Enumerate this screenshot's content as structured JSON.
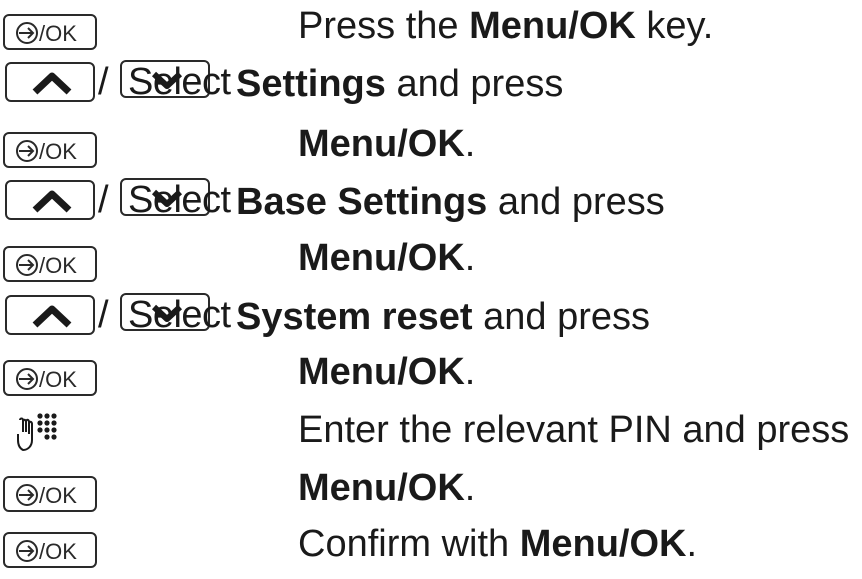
{
  "steps": [
    {
      "icon": "menu-ok-key-icon",
      "key_label": "/OK",
      "pre": "Press the ",
      "bold": "Menu/OK",
      "post": " key."
    },
    {
      "icon": "up-down-keys-icon",
      "slash": "/",
      "select_word": "Select",
      "pre": " ",
      "bold": "Settings",
      "post": " and press"
    },
    {
      "icon": "menu-ok-key-icon",
      "key_label": "/OK",
      "pre": "",
      "bold": "Menu/OK",
      "post": "."
    },
    {
      "icon": "up-down-keys-icon",
      "slash": "/",
      "select_word": "Select",
      "pre": " ",
      "bold": "Base Settings",
      "post": " and press"
    },
    {
      "icon": "menu-ok-key-icon",
      "key_label": "/OK",
      "pre": "",
      "bold": "Menu/OK",
      "post": "."
    },
    {
      "icon": "up-down-keys-icon",
      "slash": "/",
      "select_word": "Select",
      "pre": " ",
      "bold": "System reset",
      "post": " and press"
    },
    {
      "icon": "menu-ok-key-icon",
      "key_label": "/OK",
      "pre": "",
      "bold": "Menu/OK",
      "post": "."
    },
    {
      "icon": "keypad-icon",
      "pre": "Enter the relevant PIN and press",
      "bold": "",
      "post": ""
    },
    {
      "icon": "menu-ok-key-icon",
      "key_label": "/OK",
      "pre": "",
      "bold": "Menu/OK",
      "post": "."
    },
    {
      "icon": "menu-ok-key-icon",
      "key_label": "/OK",
      "pre": "Confirm with ",
      "bold": "Menu/OK",
      "post": "."
    }
  ]
}
